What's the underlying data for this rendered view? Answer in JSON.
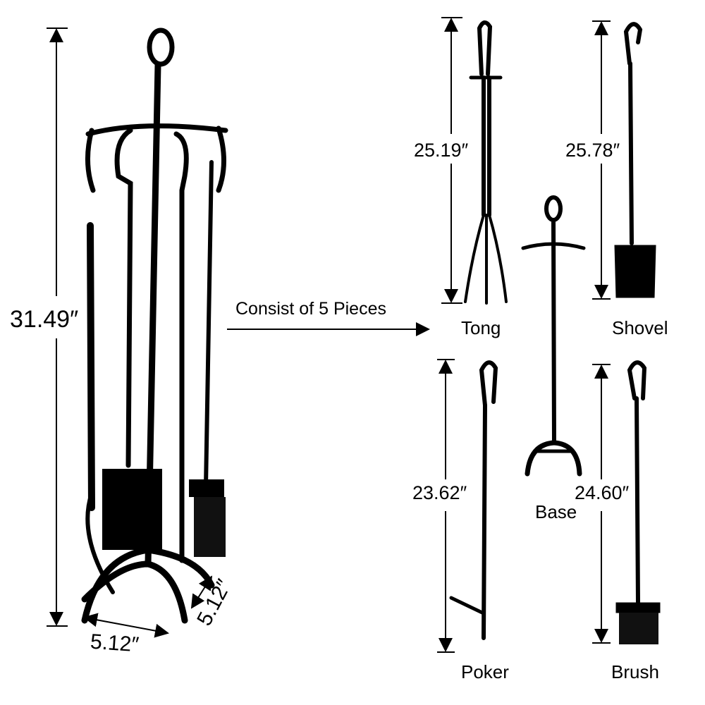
{
  "set": {
    "height_label": "31.49″",
    "width_label": "5.12″",
    "depth_label": "5.12″",
    "caption": "Consist of 5 Pieces"
  },
  "pieces": [
    {
      "name": "Tong",
      "length": "25.19″"
    },
    {
      "name": "Shovel",
      "length": "25.78″"
    },
    {
      "name": "Base",
      "length": ""
    },
    {
      "name": "Poker",
      "length": "23.62″"
    },
    {
      "name": "Brush",
      "length": "24.60″"
    }
  ],
  "colors": {
    "iron": "#000000",
    "background": "#ffffff"
  }
}
